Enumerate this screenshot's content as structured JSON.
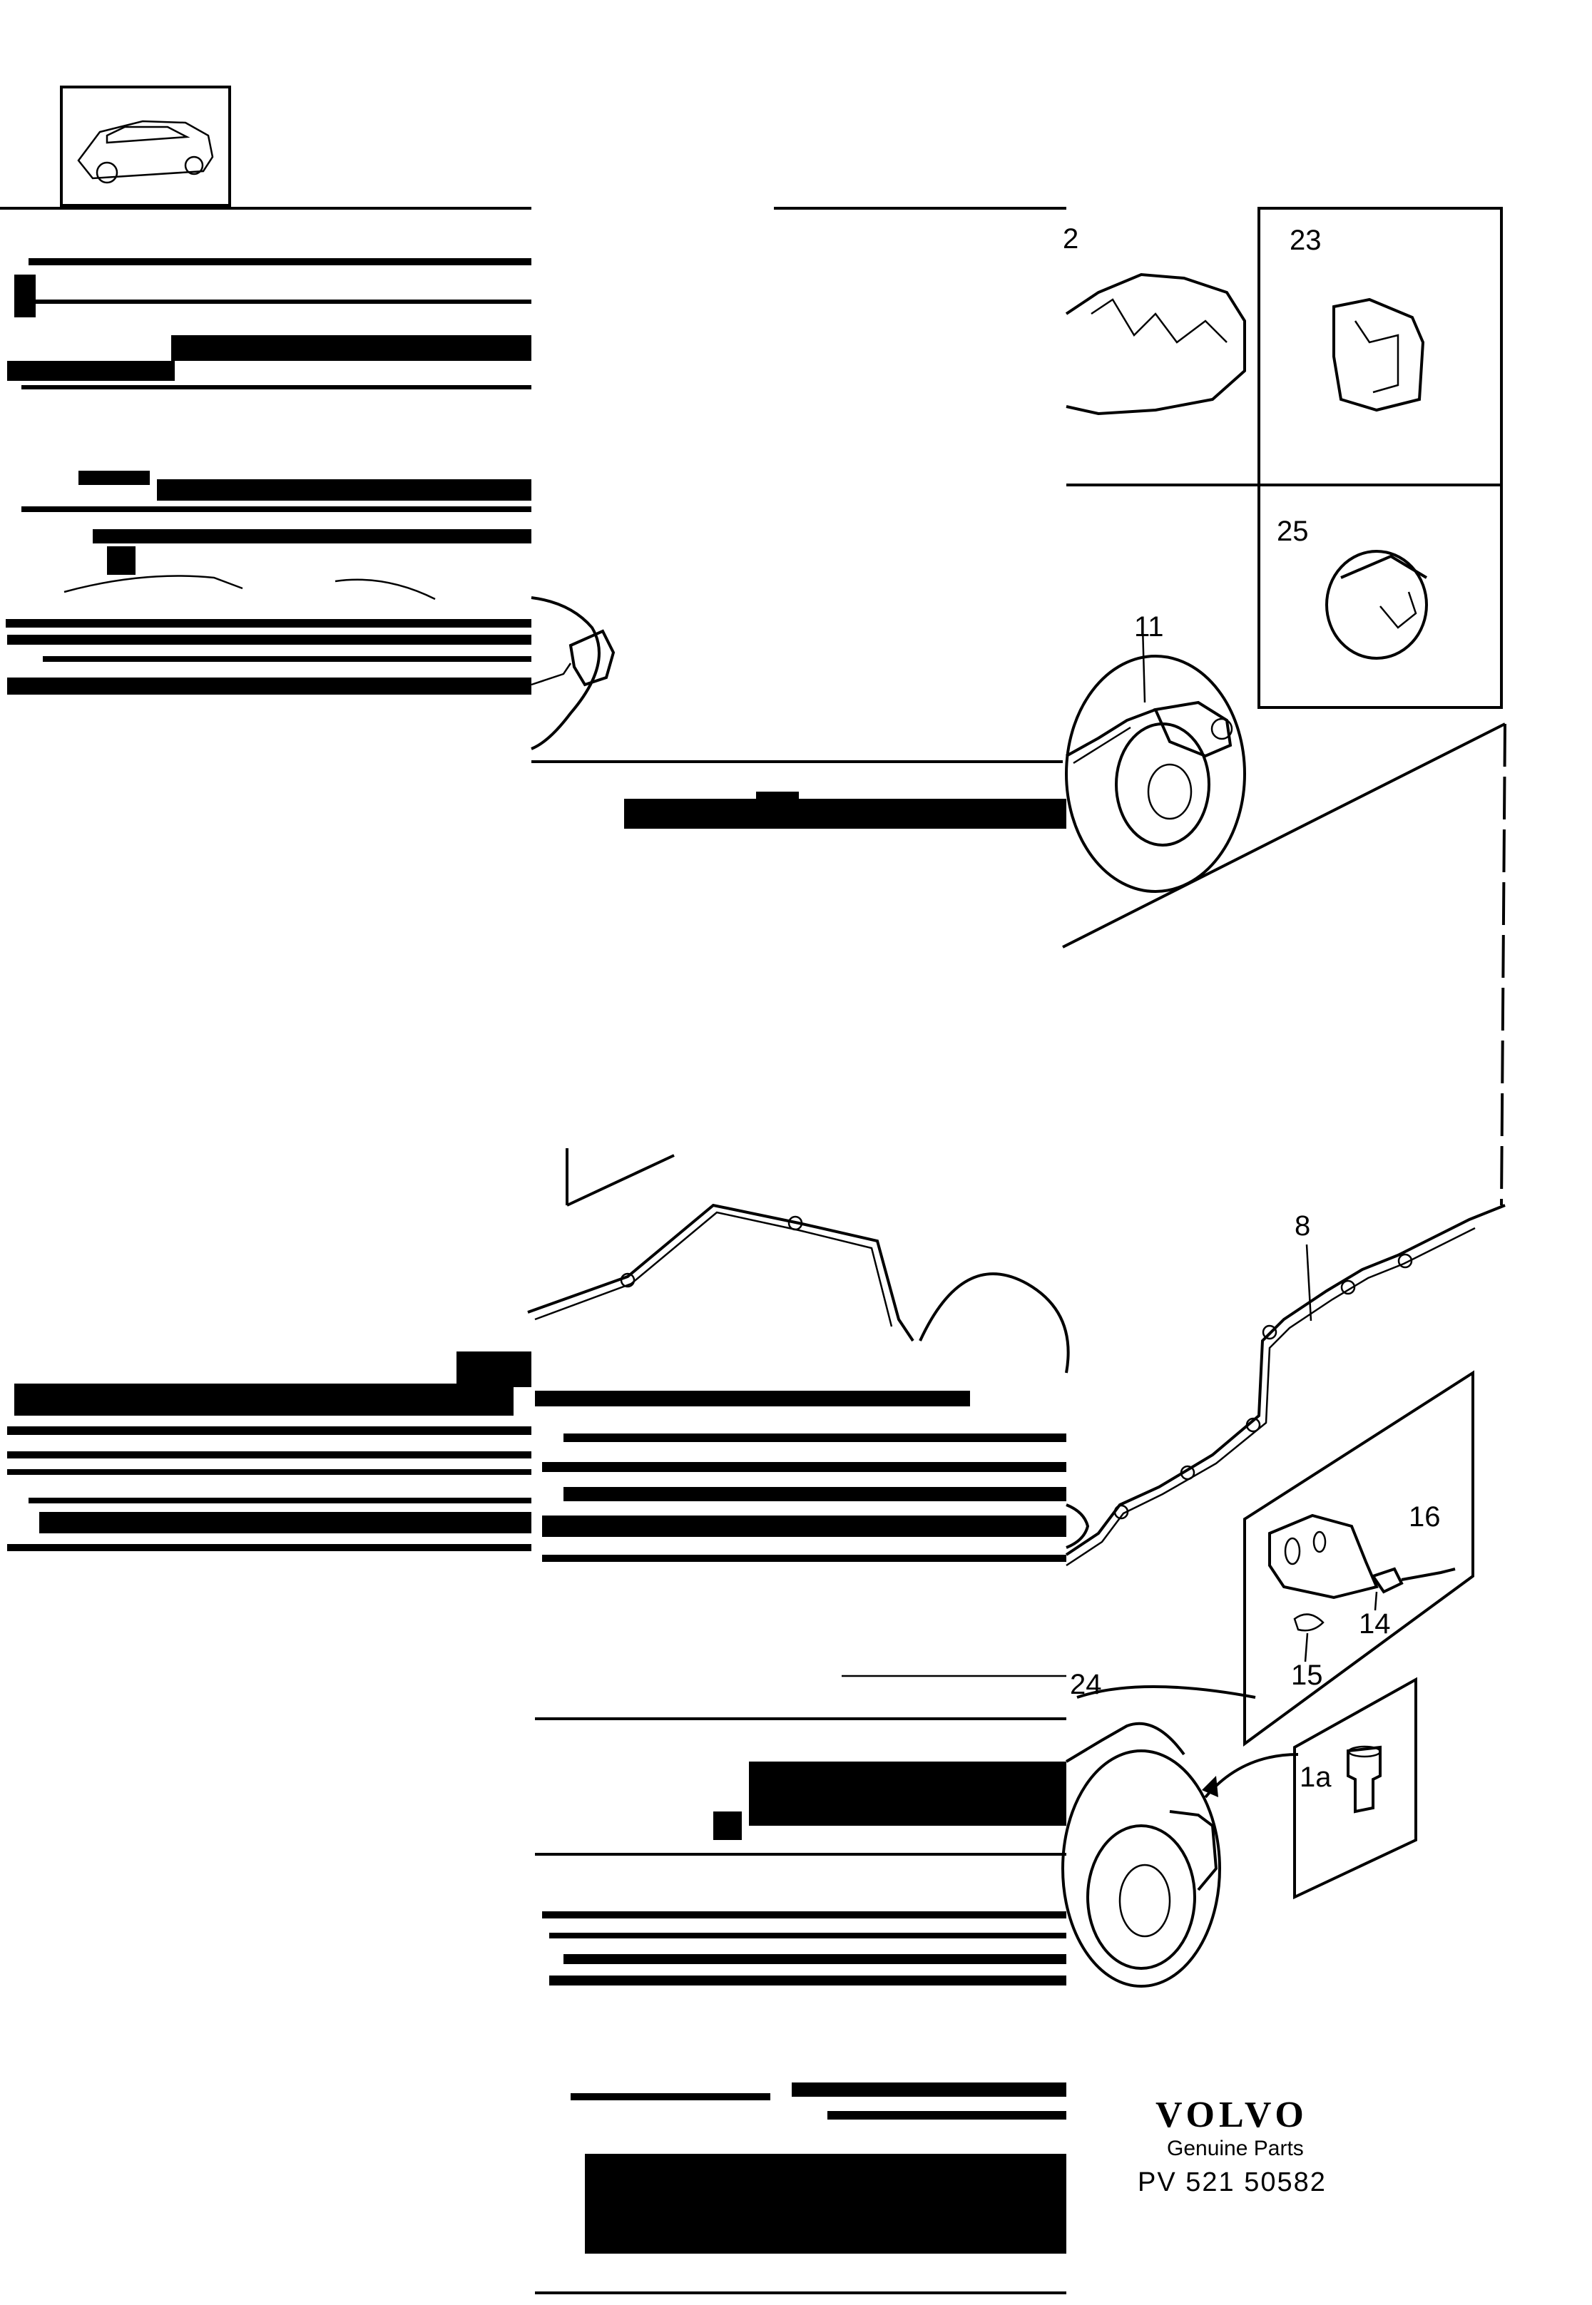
{
  "brand": {
    "name": "VOLVO",
    "tagline": "Genuine Parts",
    "code": "PV 521 50582"
  },
  "callouts": {
    "c2": "2",
    "c23": "23",
    "c25": "25",
    "c11": "11",
    "c8": "8",
    "c16": "16",
    "c14": "14",
    "c15": "15",
    "c24": "24",
    "c1a": "1a"
  },
  "colors": {
    "ink": "#000000",
    "paper": "#ffffff"
  }
}
